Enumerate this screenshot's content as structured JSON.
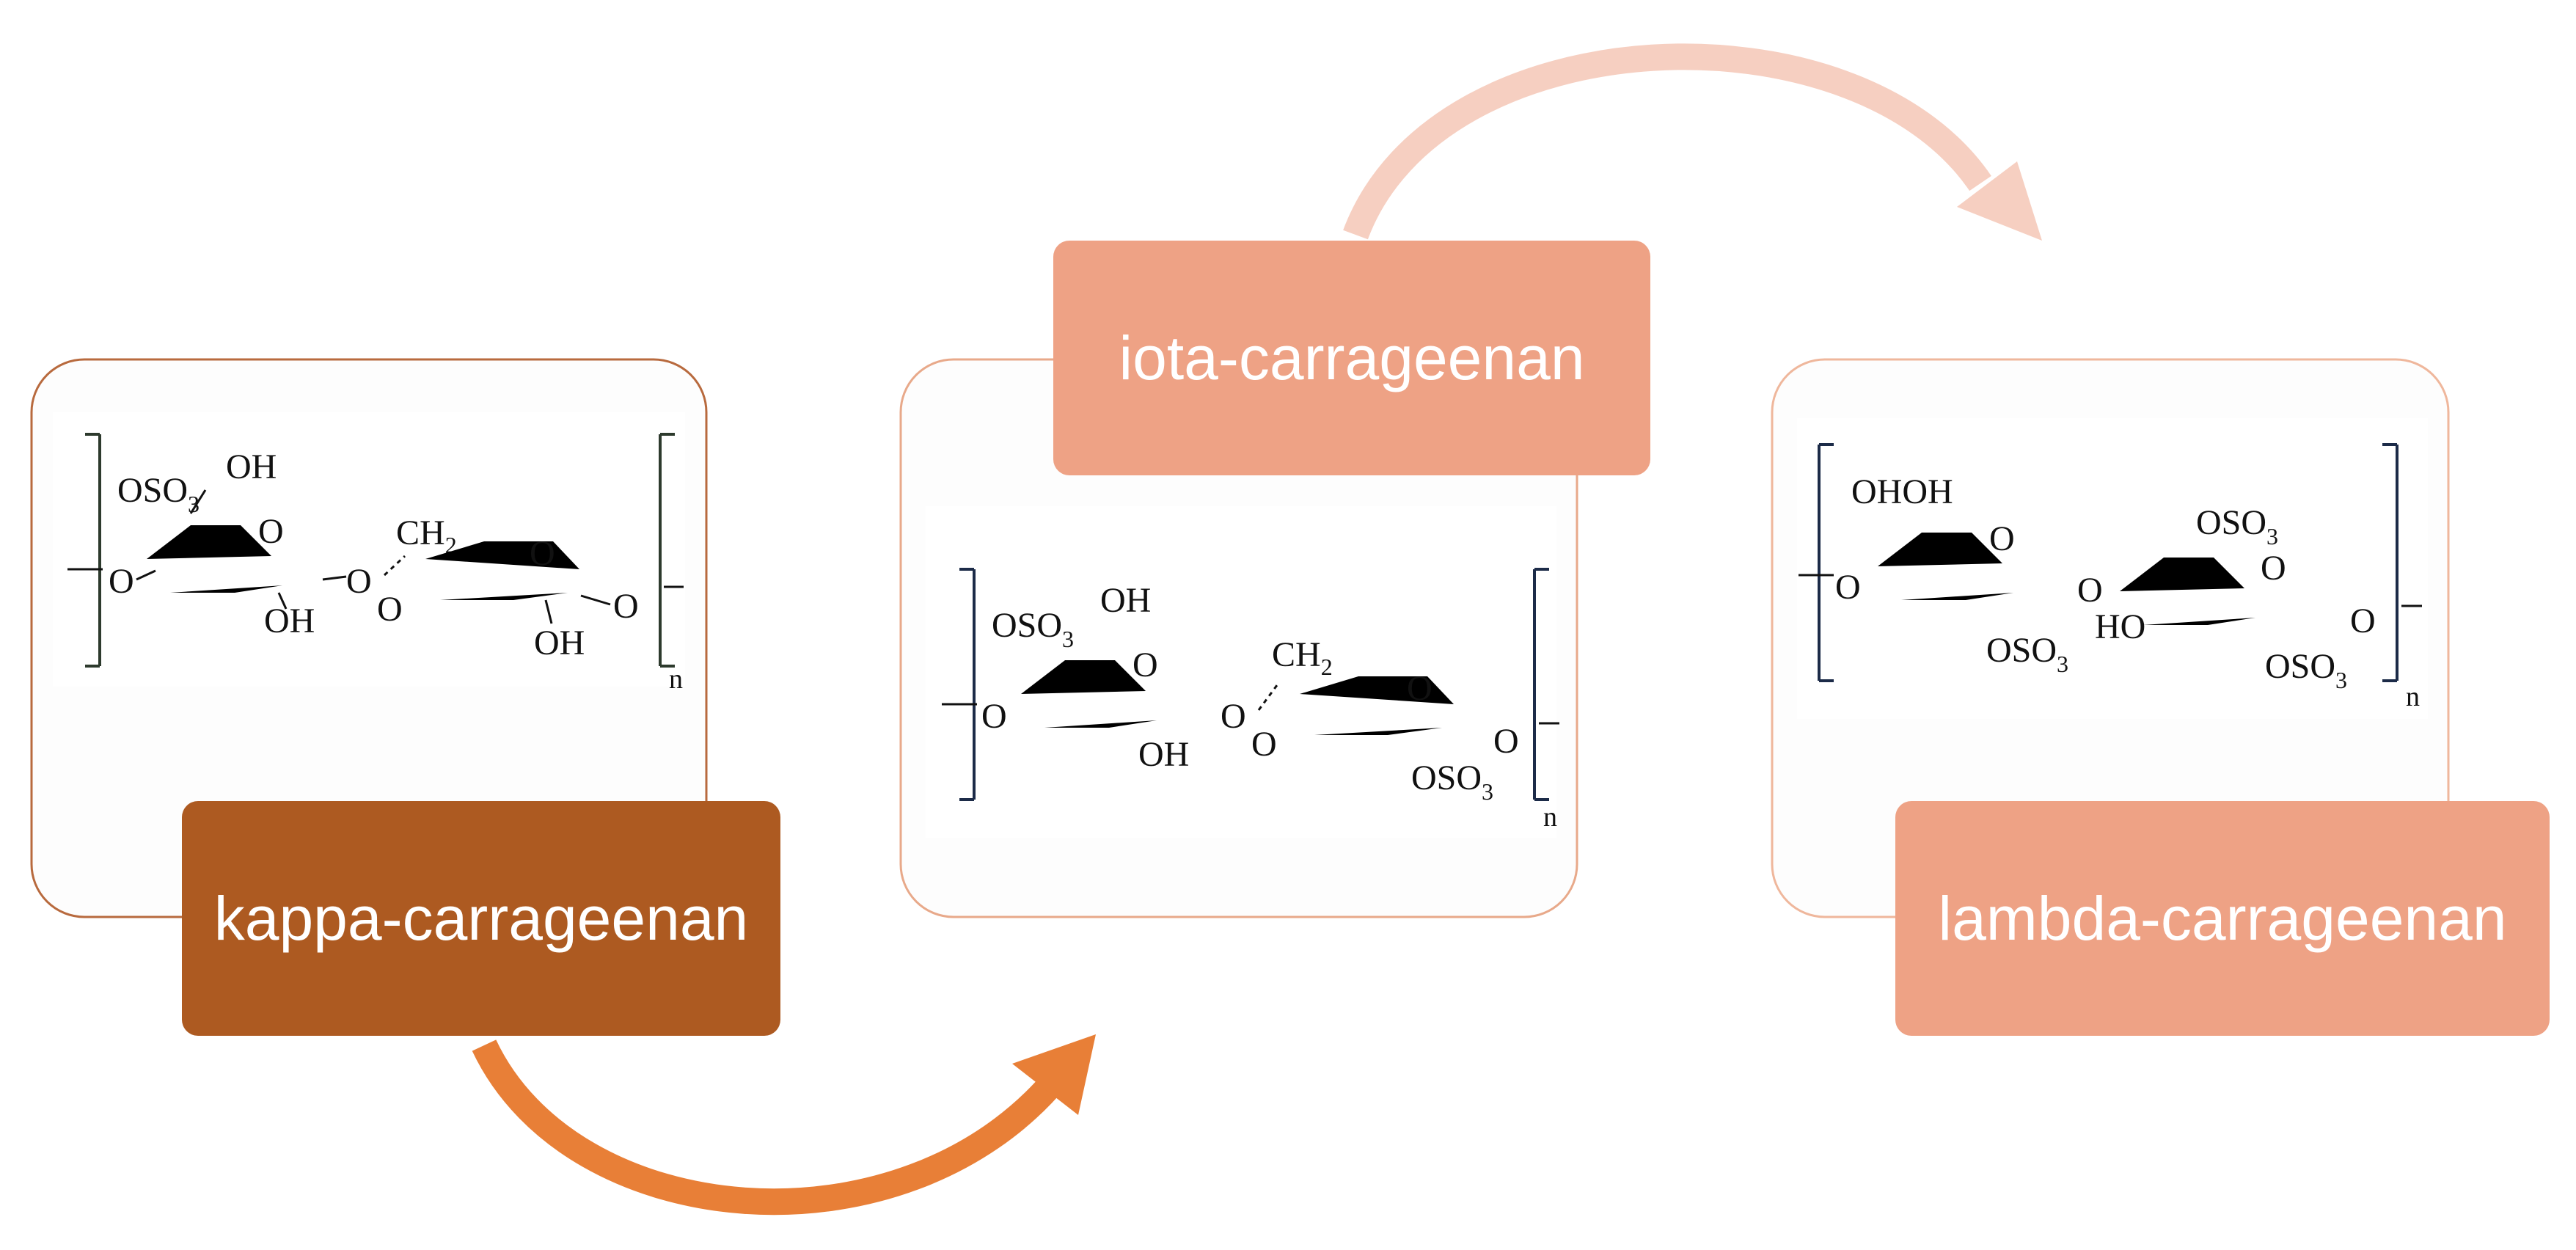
{
  "colors": {
    "kappa": "#ad5a21",
    "iota": "#eea285",
    "lambda": "#eea285",
    "arrow_bottom": "#e87f37",
    "arrow_top": "#f6cfc1",
    "card_border": "#e0a282",
    "card_fill": "#fdfdfd"
  },
  "labels": {
    "kappa": "kappa-carrageenan",
    "iota": "iota-carrageenan",
    "lambda": "lambda-carrageenan"
  },
  "chem": {
    "O": "O",
    "OH": "OH",
    "HO": "HO",
    "OHOH": "OHOH",
    "OSO": "OSO",
    "three": "3",
    "CH": "CH",
    "two": "2",
    "n": "n"
  }
}
